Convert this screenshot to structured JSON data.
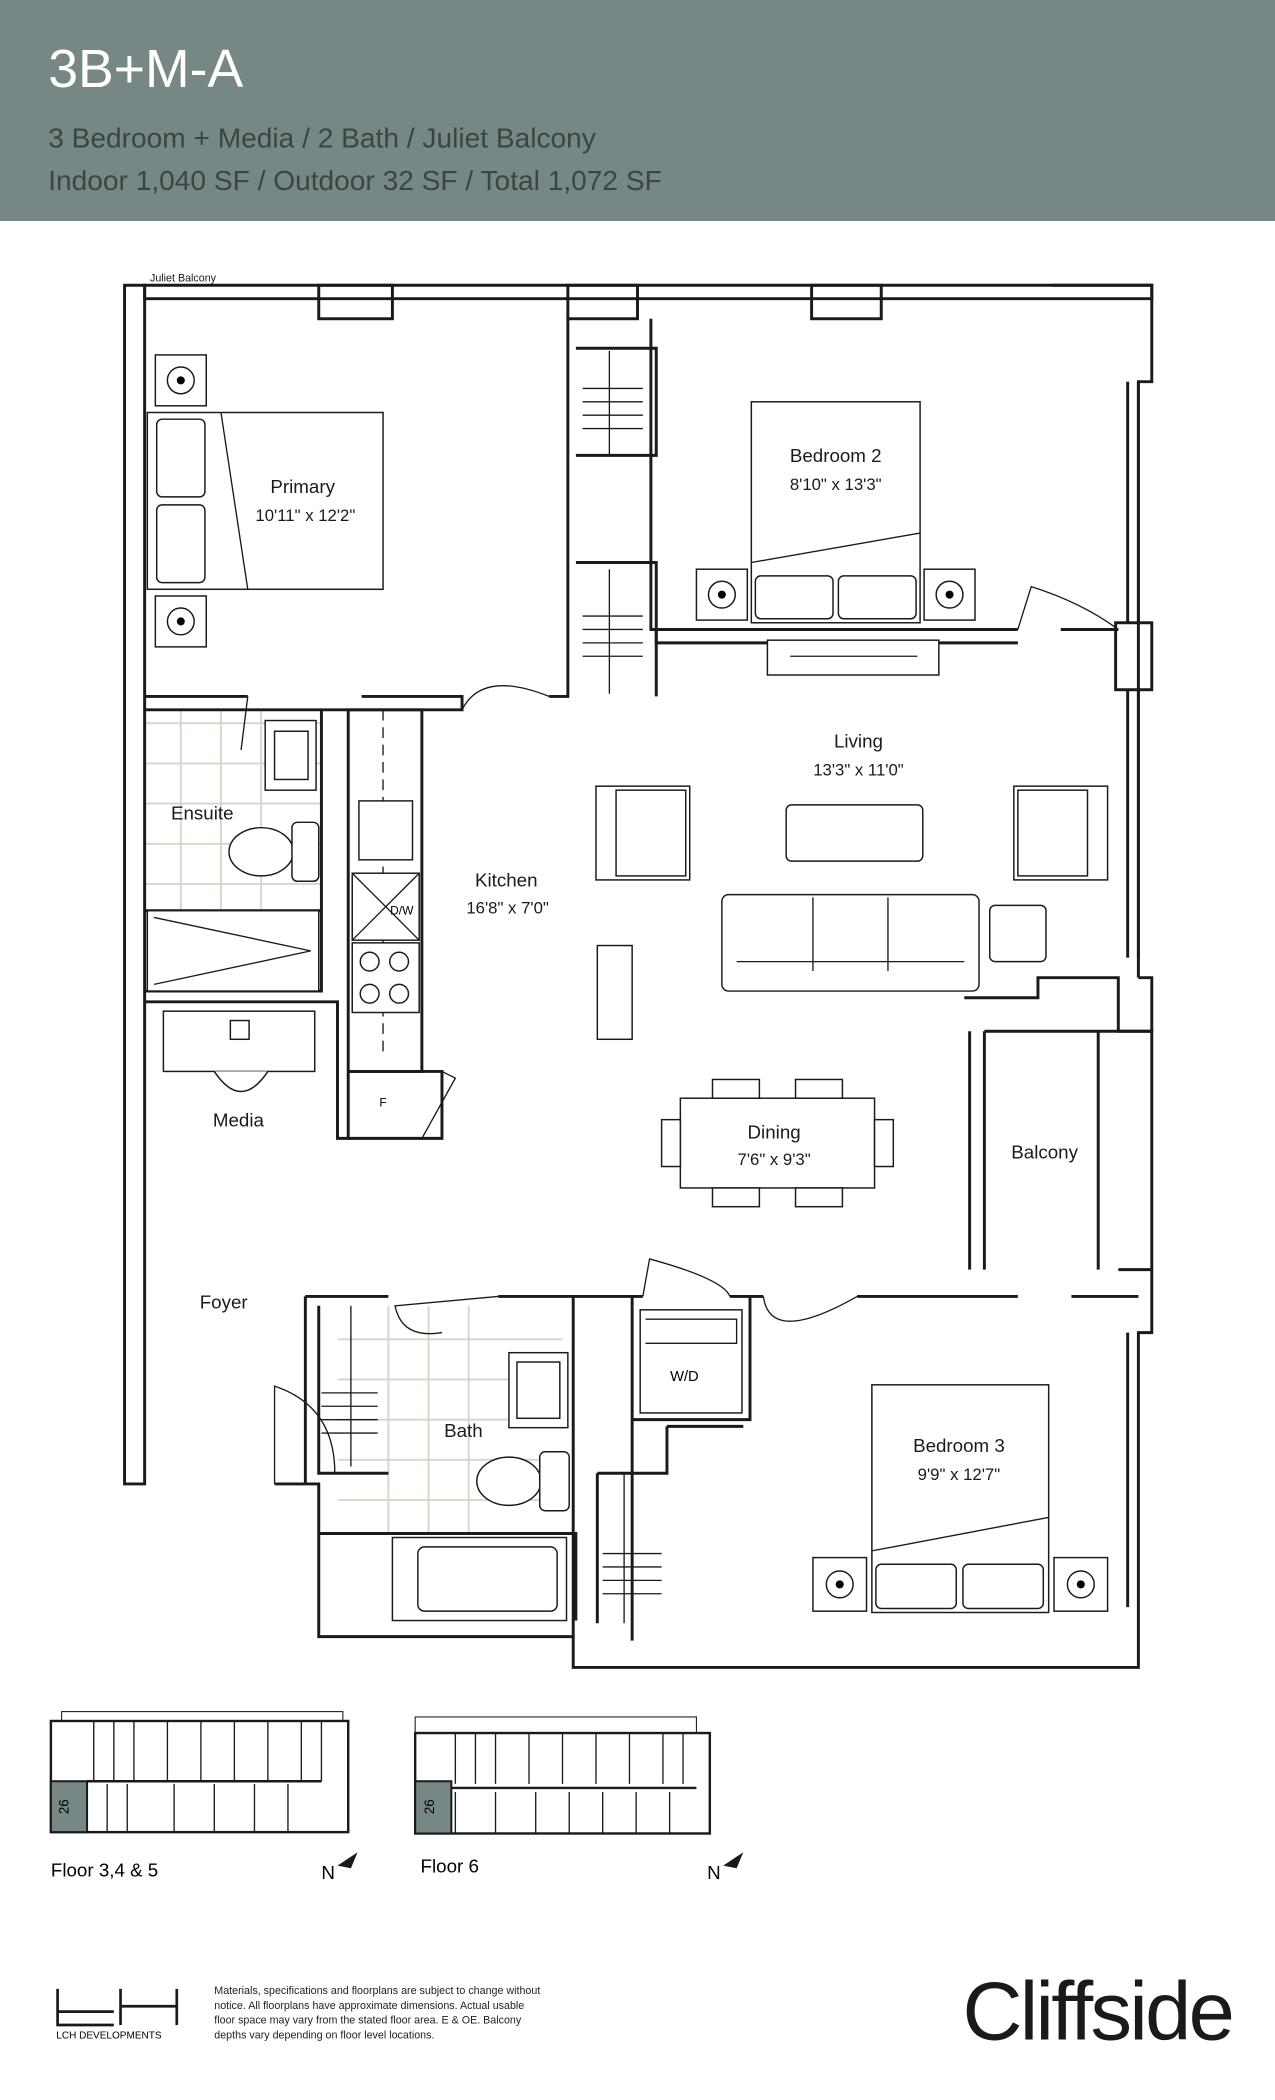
{
  "header": {
    "unit_name": "3B+M-A",
    "description": "3 Bedroom + Media  /  2 Bath  / Juliet Balcony",
    "areas": "Indoor 1,040 SF  /  Outdoor 32 SF  /  Total 1,072 SF",
    "band_color": "#768785"
  },
  "floorplan": {
    "juliet_balcony": "Juliet Balcony",
    "rooms": [
      {
        "name": "Primary",
        "dims": "10'11\" x 12'2\""
      },
      {
        "name": "Bedroom 2",
        "dims": "8'10\" x 13'3\""
      },
      {
        "name": "Living",
        "dims": "13'3\" x 11'0\""
      },
      {
        "name": "Ensuite",
        "dims": ""
      },
      {
        "name": "Kitchen",
        "dims": "16'8\" x 7'0\""
      },
      {
        "name": "Media",
        "dims": ""
      },
      {
        "name": "Dining",
        "dims": "7'6\" x 9'3\""
      },
      {
        "name": "Balcony",
        "dims": ""
      },
      {
        "name": "Foyer",
        "dims": ""
      },
      {
        "name": "Bath",
        "dims": ""
      },
      {
        "name": "Bedroom 3",
        "dims": "9'9\" x 12'7\""
      }
    ],
    "appliances": {
      "dishwasher": "D/W",
      "fridge": "F",
      "laundry": "W/D"
    }
  },
  "key_plans": [
    {
      "label": "Floor 3,4 & 5",
      "unit": "26",
      "north": "N"
    },
    {
      "label": "Floor 6",
      "unit": "26",
      "north": "N"
    }
  ],
  "footer": {
    "developer": "LCH DEVELOPMENTS",
    "disclaimer": [
      "Materials, specifications and floorplans are subject to change without",
      "notice. All floorplans have approximate dimensions. Actual usable",
      "floor space may vary from the stated floor area. E & OE. Balcony",
      "depths vary depending on floor level locations."
    ],
    "brand": "Cliffside"
  }
}
